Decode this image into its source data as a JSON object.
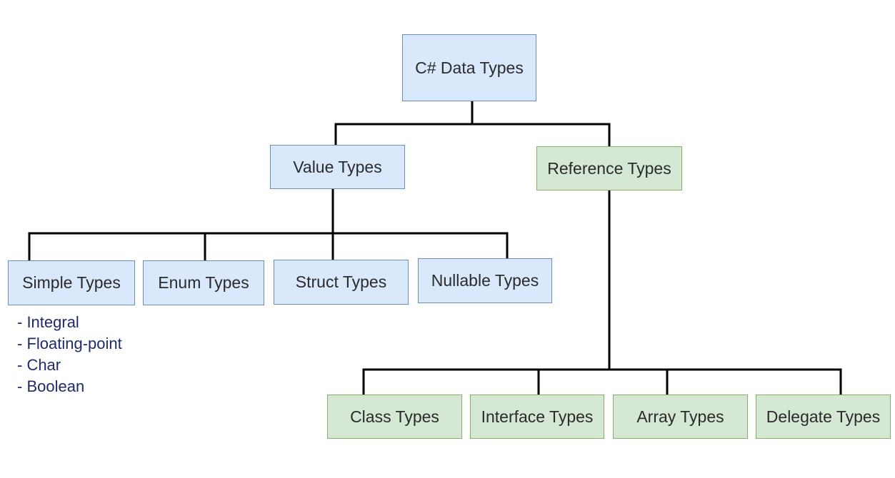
{
  "root": {
    "label": "C# Data Types",
    "color": "#dae8fc"
  },
  "value_types": {
    "label": "Value Types",
    "color": "#dae8fc",
    "children": [
      {
        "label": "Simple Types"
      },
      {
        "label": "Enum Types"
      },
      {
        "label": "Struct Types"
      },
      {
        "label": "Nullable Types"
      }
    ],
    "simple_types_list": [
      "- Integral",
      "- Floating-point",
      "- Char",
      "- Boolean"
    ]
  },
  "reference_types": {
    "label": "Reference Types",
    "color": "#d5e8d4",
    "children": [
      {
        "label": "Class Types"
      },
      {
        "label": "Interface Types"
      },
      {
        "label": "Array Types"
      },
      {
        "label": "Delegate Types"
      }
    ]
  },
  "connector_color": "#000000"
}
